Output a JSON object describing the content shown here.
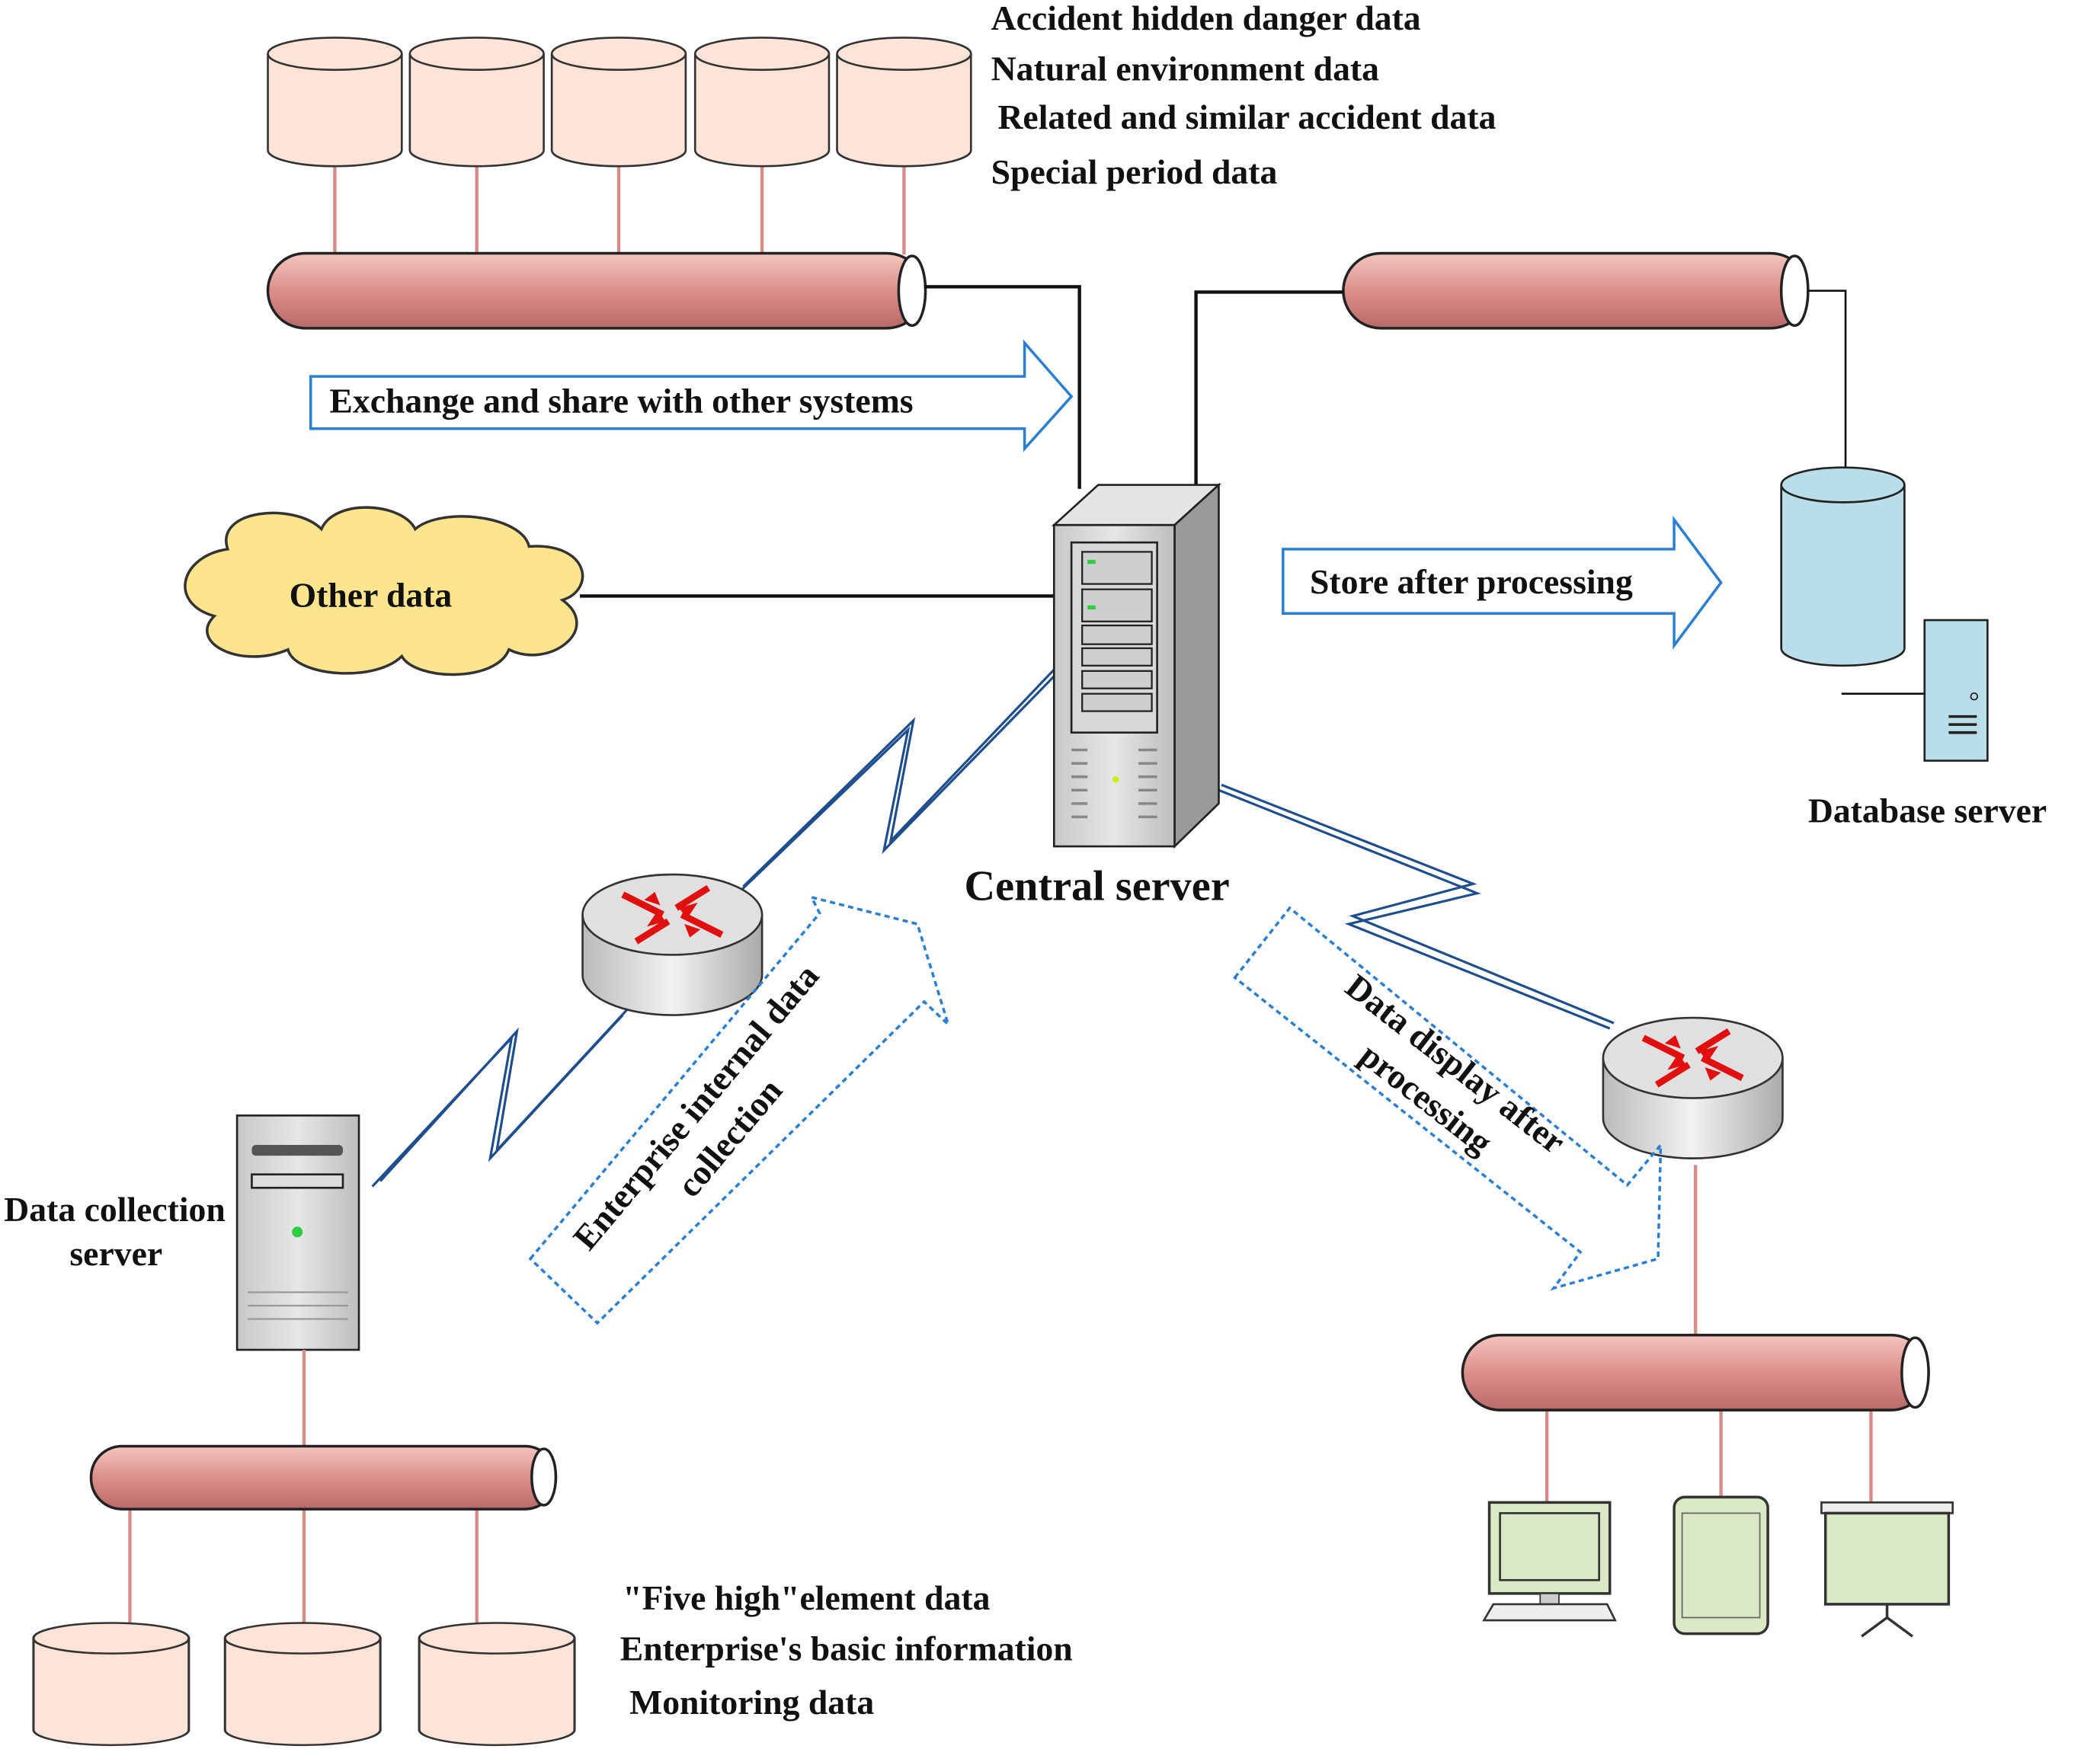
{
  "top_data_labels": [
    "Accident hidden danger data",
    "Natural environment data",
    "Related and similar accident data",
    "Special period data"
  ],
  "exchange_arrow": "Exchange and share with other systems",
  "other_data": "Other data",
  "central_server": "Central server",
  "store_arrow": "Store after processing",
  "database_server": "Database server",
  "collection_arrow": [
    "Enterprise internal data",
    "collection"
  ],
  "display_arrow": [
    "Data display after",
    "processing"
  ],
  "data_collection_server": [
    "Data collection",
    "server"
  ],
  "bottom_data_labels": [
    "\"Five high\"element data",
    "Enterprise's basic information",
    "Monitoring data"
  ],
  "colors": {
    "pipe": "#d88c88",
    "cylinder": "#fde3d8",
    "cloud": "#fde58e",
    "db": "#b9dde9",
    "arrow_outline": "#2a7fd0",
    "lightning": "#1f4e8c",
    "router_arrow": "#e01010"
  }
}
